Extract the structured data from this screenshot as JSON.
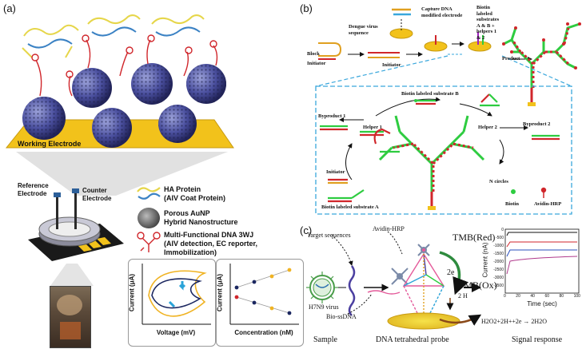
{
  "panel_a": {
    "label": "(a)",
    "working_electrode": "Working Electrode",
    "reference_electrode": "Reference\nElectrode",
    "counter_electrode": "Counter\nElectrode",
    "legend": [
      {
        "icon": "ha-protein-icon",
        "lines": [
          "HA Protein",
          "(AIV Coat Protein)"
        ]
      },
      {
        "icon": "porous-aunp-icon",
        "lines": [
          "Porous AuNP",
          "Hybrid Nanostructure"
        ]
      },
      {
        "icon": "dna-3wj-icon",
        "lines": [
          "Multi-Functional DNA 3WJ",
          "(AIV detection, EC reporter,",
          "Immobilization)"
        ]
      }
    ],
    "cv_plot": {
      "ylabel": "Current (μA)",
      "xlabel": "Voltage (mV)"
    },
    "conc_plot": {
      "ylabel": "Current (μA)",
      "xlabel": "Concentration (nM)"
    }
  },
  "panel_b": {
    "label": "(b)",
    "block": "Block",
    "initiator_top": "Initiator",
    "dengue": "Dengue virus\nsequence",
    "initiator_mid": "Initiator",
    "capture": "Capture DNA\nmodified electrode",
    "biotin_substrates": "Biotin\nlabeled\nsubstrates\nA & B +\nhelpers 1\n& 2",
    "product": "Product",
    "biotin_substrate_b": "Biotin labeled substrate B",
    "byproduct1": "Byproduct 1",
    "helper1": "Helper 1",
    "helper2": "Helper 2",
    "byproduct2": "Byproduct 2",
    "initiator_loop": "Initiator",
    "n_circles": "N circles",
    "biotin_substrate_a": "Biotin labeled  substrate A",
    "biotin": "Biotin",
    "avidin_hrp": "Avidin-HRP",
    "colors": {
      "strand_green": "#2ecc40",
      "strand_red": "#d0262b",
      "frame_blue": "#3aa7dc"
    }
  },
  "panel_c": {
    "label": "(c)",
    "target_sequences": "Target sequences",
    "avidin_hrp": "Avidin-HRP",
    "tmb_red": "TMB(Red)",
    "tmb_ox": "TMB(Ox)",
    "two_e": "2e",
    "two_h": "2 H",
    "h7n9": "H7N9 virus",
    "bio_ssdna": "Bio-ssDNA",
    "reaction": "H2O2+2H++2e → 2H2O",
    "sample": "Sample",
    "probe": "DNA tetrahedral probe",
    "signal": "Signal response",
    "current_plot": {
      "ylabel": "Current (nA)",
      "xlabel": "Time (sec)",
      "yticks": [
        "0",
        "-500",
        "-1000",
        "-1500",
        "-2000",
        "-2500",
        "-3000",
        "-3500"
      ],
      "xticks": [
        "0",
        "20",
        "40",
        "60",
        "80",
        "100"
      ]
    }
  }
}
